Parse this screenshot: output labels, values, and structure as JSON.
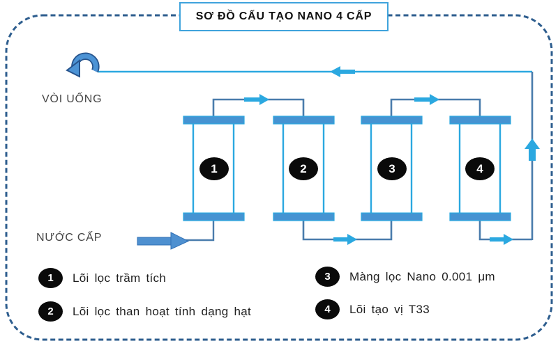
{
  "title": "SƠ ĐỒ CẤU TẠO NANO 4 CẤP",
  "labels": {
    "tap": "VÒI UỐNG",
    "supply": "NƯỚC CẤP"
  },
  "filters": [
    {
      "number": "1"
    },
    {
      "number": "2"
    },
    {
      "number": "3"
    },
    {
      "number": "4"
    }
  ],
  "legend": [
    {
      "number": "1",
      "label": "Lõi lọc trầm tích"
    },
    {
      "number": "2",
      "label": "Lõi lọc than hoạt tính dạng hạt"
    },
    {
      "number": "3",
      "label": "Màng lọc Nano 0.001 μm"
    },
    {
      "number": "4",
      "label": "Lõi tạo vị T33"
    }
  ],
  "icons": {
    "tap": "u-turn-arrow-icon"
  },
  "colors": {
    "pipe_bright": "#2BA8E0",
    "pipe_steel": "#4A7CAC",
    "cap_fill": "#4593D2",
    "fat_arrow": "#4E90D0",
    "dashed_border": "#2D5D8E",
    "title_border": "#3FA3DC",
    "badge": "#0A0A0A"
  }
}
